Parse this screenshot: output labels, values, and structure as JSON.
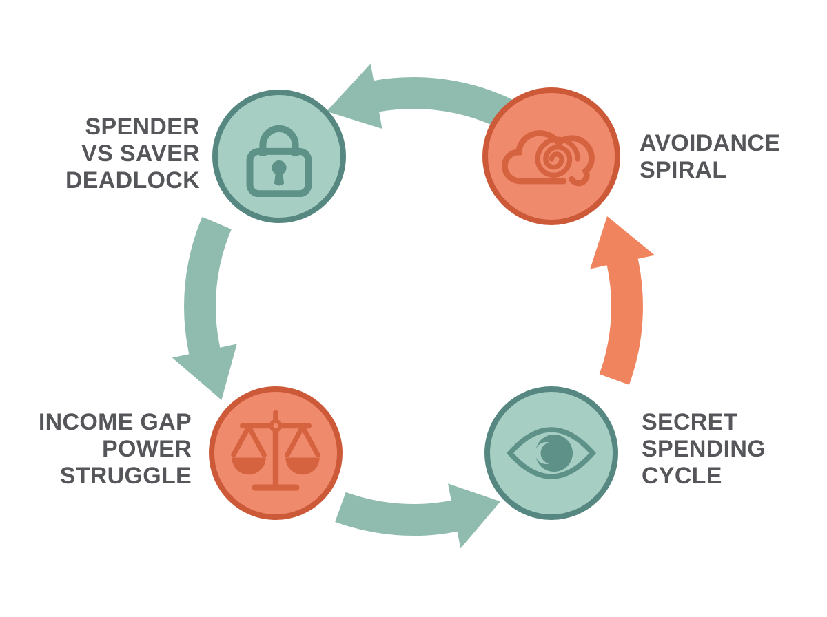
{
  "palette": {
    "background": "#ffffff",
    "teal_fill": "#a6cec3",
    "teal_border": "#568780",
    "teal_icon": "#5e9288",
    "teal_arrow": "#90bcb0",
    "coral_fill": "#f08a6d",
    "coral_border": "#cc5a39",
    "coral_icon": "#d6633f",
    "coral_arrow": "#f0845f",
    "label_text": "#55565a"
  },
  "diagram": {
    "type": "cycle",
    "nodes": [
      {
        "id": "spender-saver-deadlock",
        "position": "top-left",
        "scheme": "teal",
        "icon": "lock-icon",
        "label_lines": [
          "SPENDER",
          "VS SAVER",
          "DEADLOCK"
        ]
      },
      {
        "id": "avoidance-spiral",
        "position": "top-right",
        "scheme": "coral",
        "icon": "cloud-spiral-icon",
        "label_lines": [
          "AVOIDANCE",
          "SPIRAL"
        ]
      },
      {
        "id": "income-gap-power-struggle",
        "position": "bottom-left",
        "scheme": "coral",
        "icon": "scales-icon",
        "label_lines": [
          "INCOME GAP",
          "POWER",
          "STRUGGLE"
        ]
      },
      {
        "id": "secret-spending-cycle",
        "position": "bottom-right",
        "scheme": "teal",
        "icon": "eye-icon",
        "label_lines": [
          "SECRET",
          "SPENDING",
          "CYCLE"
        ]
      }
    ],
    "arrows": [
      {
        "id": "top-arrow",
        "color": "teal",
        "from": "avoidance-spiral",
        "to": "spender-saver-deadlock",
        "points": "left"
      },
      {
        "id": "left-arrow",
        "color": "teal",
        "from": "spender-saver-deadlock",
        "to": "income-gap-power-struggle",
        "points": "down"
      },
      {
        "id": "bottom-arrow",
        "color": "teal",
        "from": "income-gap-power-struggle",
        "to": "secret-spending-cycle",
        "points": "right"
      },
      {
        "id": "right-arrow",
        "color": "coral",
        "from": "secret-spending-cycle",
        "to": "avoidance-spiral",
        "points": "up"
      }
    ]
  }
}
